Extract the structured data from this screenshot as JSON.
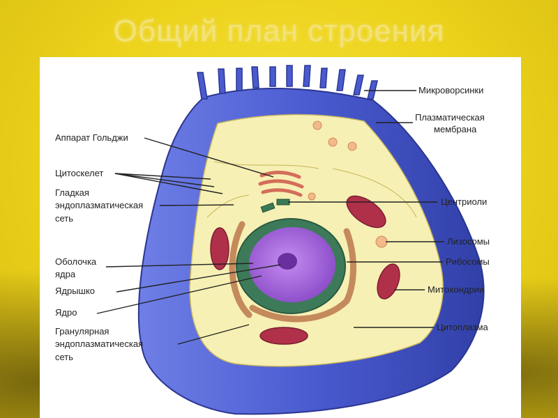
{
  "slide": {
    "title": "Общий план строения"
  },
  "labels_left": {
    "golgi": "Аппарат Гольджи",
    "cytoskeleton": "Цитоскелет",
    "smooth_er_1": "Гладкая",
    "smooth_er_2": "эндоплазматическая",
    "smooth_er_3": "сеть",
    "envelope_1": "Оболочка",
    "envelope_2": "ядра",
    "nucleolus": "Ядрышко",
    "nucleus": "Ядро",
    "rough_er_1": "Гранулярная",
    "rough_er_2": "эндоплазматическая",
    "rough_er_3": "сеть"
  },
  "labels_right": {
    "microvilli": "Микроворсинки",
    "membrane_1": "Плазматическая",
    "membrane_2": "мембрана",
    "centrioles": "Центриоли",
    "lysosomes": "Лизосомы",
    "ribosomes": "Рибосомы",
    "mitochondria": "Митохондрии",
    "cytoplasm": "Цитоплазма"
  },
  "colors": {
    "background": "#ecd21a",
    "title": "#f3e27a",
    "membrane": "#4a5bd0",
    "cytoplasm": "#f7f0b4",
    "nucleus": "#9b5fd6",
    "mitochondria": "#b0304a",
    "er": "#d9a97a"
  }
}
